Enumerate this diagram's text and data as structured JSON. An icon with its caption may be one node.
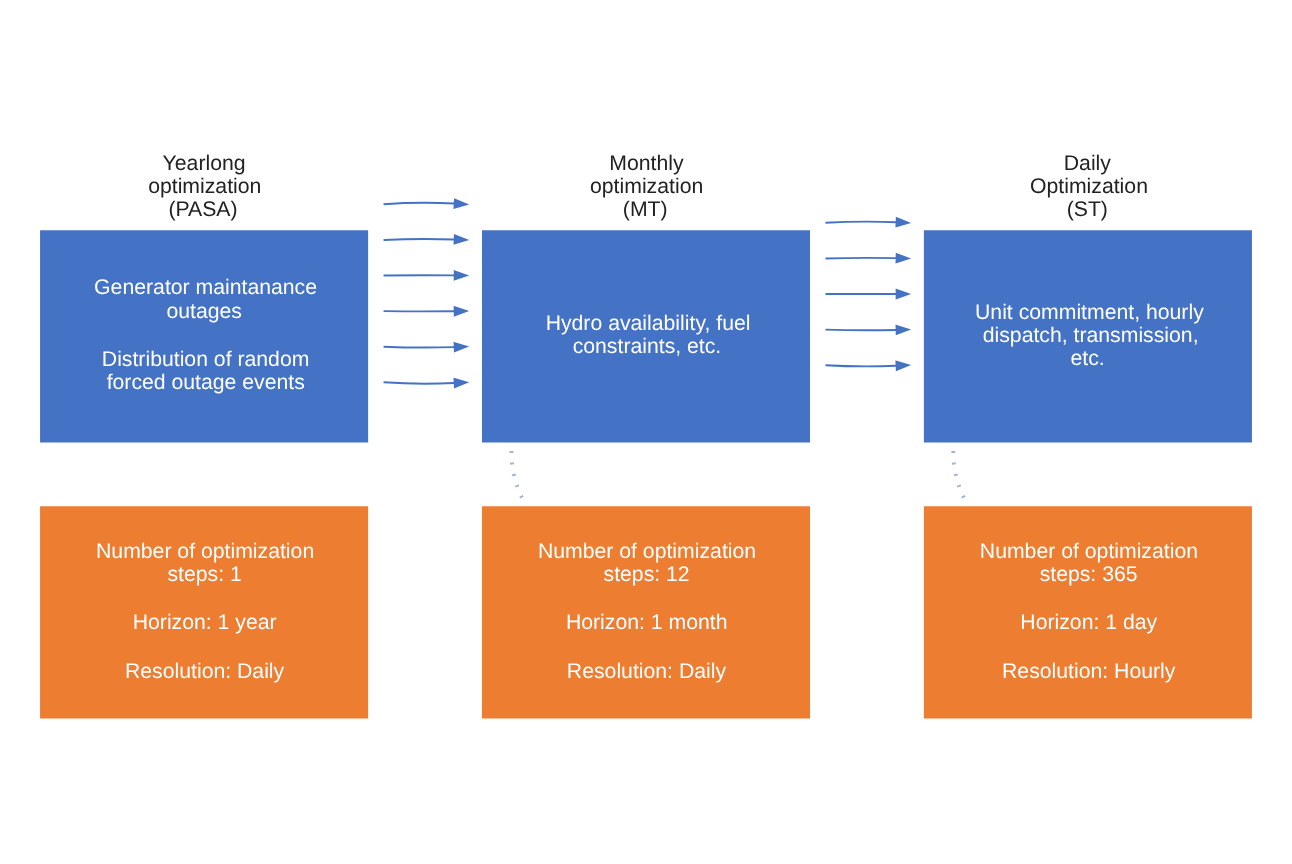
{
  "diagram": {
    "nodes": [
      {
        "text": [
          "Yearlong optimization (PASA)",
          "Generator maintanance outages",
          "Distribution of random forced outage events"
        ]
      },
      {
        "text": [
          "Monthly optimization (MT)",
          "Hydro availability, fuel constraints, etc."
        ]
      },
      {
        "text": [
          "Daily Optimization (ST)",
          "Unit commitment, hourly dispatch, transmission, etc."
        ]
      },
      {
        "text": [
          "Number of optimization steps: 1",
          "Horizon: 1 year",
          "Resolution: Daily"
        ]
      },
      {
        "text": [
          "Number of optimization steps: 12",
          "Horizon: 1 month",
          "Resolution: Daily"
        ]
      },
      {
        "text": [
          "Number of optimization steps: 365",
          "Horizon: 1 day",
          "Resolution: Hourly"
        ]
      }
    ],
    "edges": [
      {
        "from": 0,
        "to": 1,
        "arrow": "to"
      },
      {
        "from": 0,
        "to": 1,
        "arrow": "to"
      },
      {
        "from": 0,
        "to": 1,
        "arrow": "to"
      },
      {
        "from": 0,
        "to": 1,
        "arrow": "to"
      },
      {
        "from": 0,
        "to": 1,
        "arrow": "to"
      },
      {
        "from": 0,
        "to": 1,
        "arrow": "to"
      },
      {
        "from": 1,
        "to": 2,
        "arrow": "to"
      },
      {
        "from": 1,
        "to": 2,
        "arrow": "to"
      },
      {
        "from": 1,
        "to": 2,
        "arrow": "to"
      },
      {
        "from": 1,
        "to": 2,
        "arrow": "to"
      },
      {
        "from": 1,
        "to": 2,
        "arrow": "to"
      },
      {
        "from": 1,
        "to": 4,
        "arrow": "none",
        "style": "dashed"
      },
      {
        "from": 2,
        "to": 5,
        "arrow": "none",
        "style": "dashed"
      }
    ]
  }
}
